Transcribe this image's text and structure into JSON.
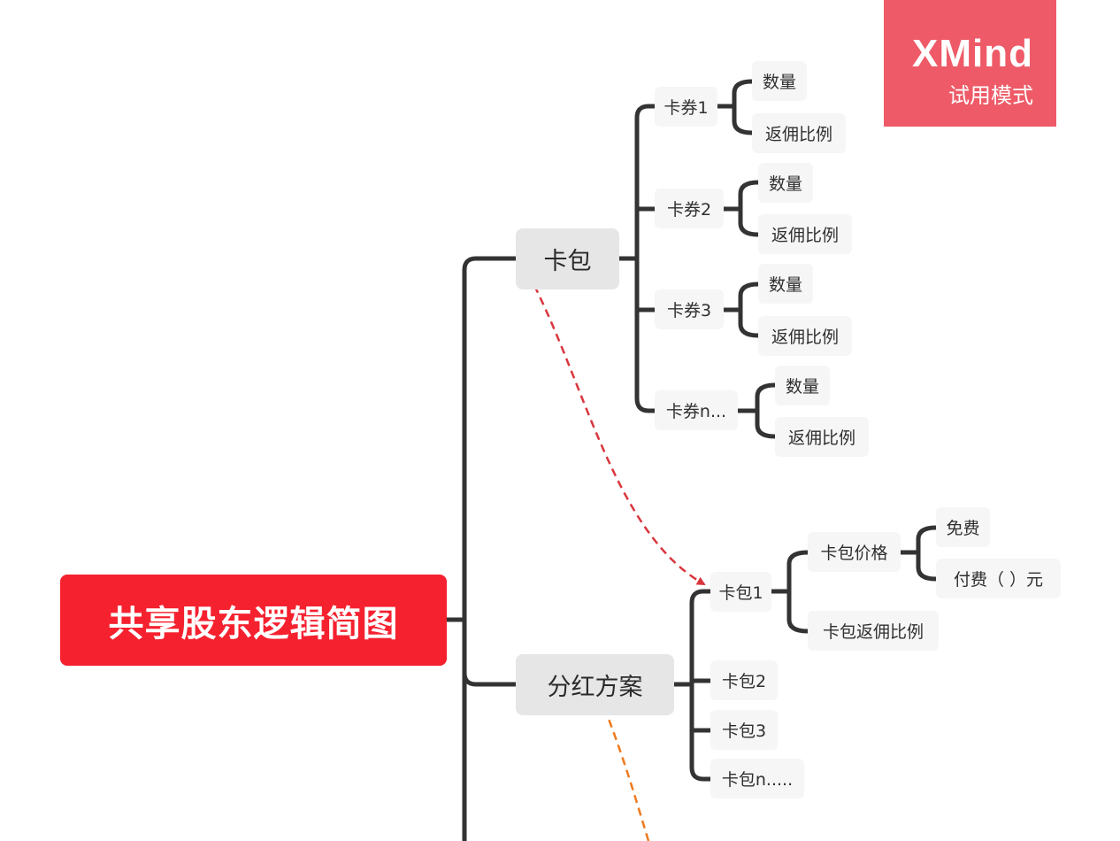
{
  "root": {
    "label": "共享股东逻辑简图"
  },
  "branch_kabao": {
    "label": "卡包",
    "coupons": [
      {
        "label": "卡券1",
        "children": [
          "数量",
          "返佣比例"
        ]
      },
      {
        "label": "卡券2",
        "children": [
          "数量",
          "返佣比例"
        ]
      },
      {
        "label": "卡券3",
        "children": [
          "数量",
          "返佣比例"
        ]
      },
      {
        "label": "卡券n...",
        "children": [
          "数量",
          "返佣比例"
        ]
      }
    ]
  },
  "branch_fenhong": {
    "label": "分红方案",
    "packs": [
      {
        "label": "卡包1"
      },
      {
        "label": "卡包2"
      },
      {
        "label": "卡包3"
      },
      {
        "label": "卡包n....."
      }
    ],
    "pack1_children": {
      "price": {
        "label": "卡包价格",
        "options": [
          "免费",
          "付费（ ）元"
        ]
      },
      "rebate": {
        "label": "卡包返佣比例"
      }
    }
  },
  "watermark": {
    "brand": "XMind",
    "mode": "试用模式"
  },
  "colors": {
    "root_fill": "#f5212f",
    "main_fill": "#e6e6e6",
    "sub_fill": "#f6f6f6",
    "connector": "#333333",
    "relation_red": "#d9363e",
    "relation_orange": "#ee7a1e",
    "watermark_fill": "#ee5a67"
  }
}
